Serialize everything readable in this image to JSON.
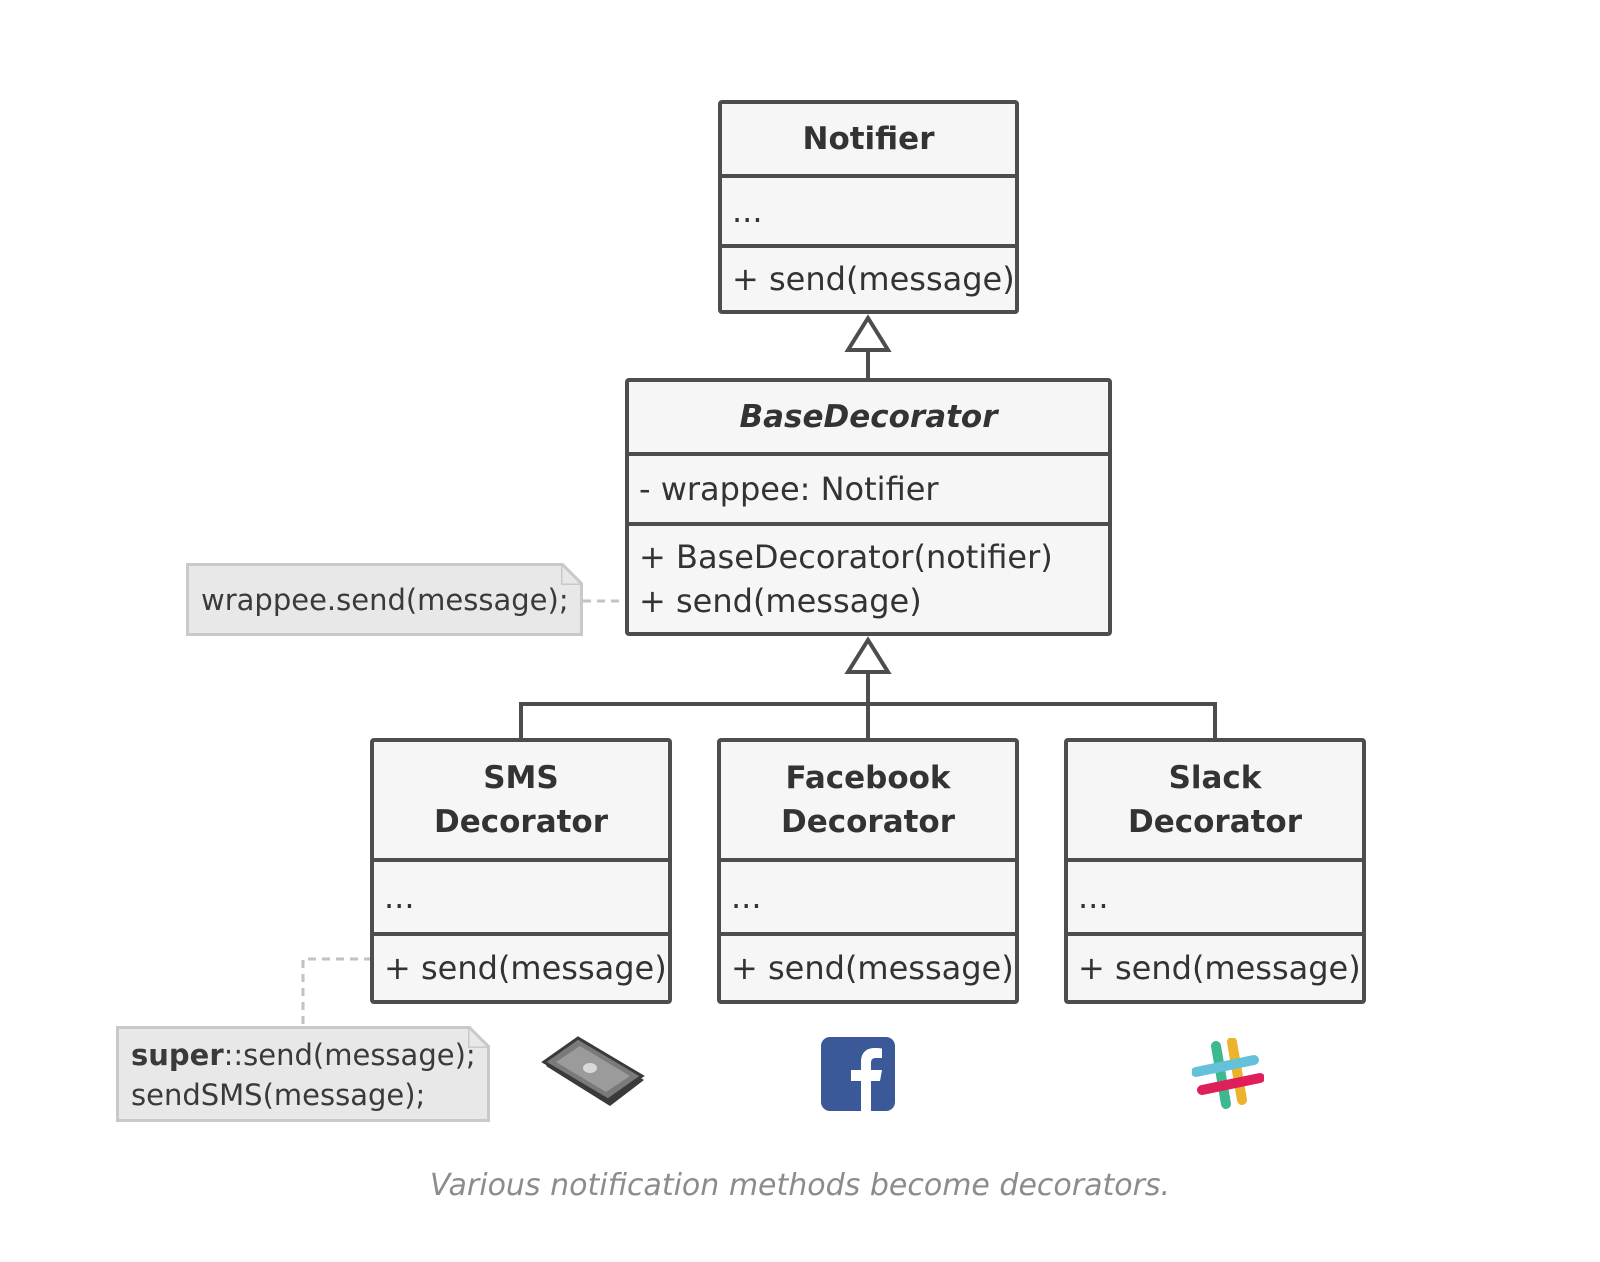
{
  "classes": {
    "notifier": {
      "name": "Notifier",
      "fields": [
        "..."
      ],
      "methods": [
        "+ send(message)"
      ]
    },
    "base_decorator": {
      "name": "BaseDecorator",
      "fields": [
        "- wrappee: Notifier"
      ],
      "methods": [
        "+ BaseDecorator(notifier)",
        "+ send(message)"
      ]
    },
    "sms_decorator": {
      "name_line1": "SMS",
      "name_line2": "Decorator",
      "fields": [
        "..."
      ],
      "methods": [
        "+ send(message)"
      ]
    },
    "facebook_decorator": {
      "name_line1": "Facebook",
      "name_line2": "Decorator",
      "fields": [
        "..."
      ],
      "methods": [
        "+ send(message)"
      ]
    },
    "slack_decorator": {
      "name_line1": "Slack",
      "name_line2": "Decorator",
      "fields": [
        "..."
      ],
      "methods": [
        "+ send(message)"
      ]
    }
  },
  "notes": {
    "base_send": "wrappee.send(message);",
    "sms_send": {
      "keyword": "super",
      "line1_rest": "::send(message);",
      "line2": "sendSMS(message);"
    }
  },
  "icons": {
    "sms": "phone-icon",
    "facebook": "facebook-icon",
    "slack": "slack-icon"
  },
  "colors": {
    "border": "#4d4d4d",
    "box_fill": "#f6f6f6",
    "note_fill": "#e8e8e8",
    "facebook": "#3b5998"
  },
  "caption": "Various notification methods become decorators."
}
